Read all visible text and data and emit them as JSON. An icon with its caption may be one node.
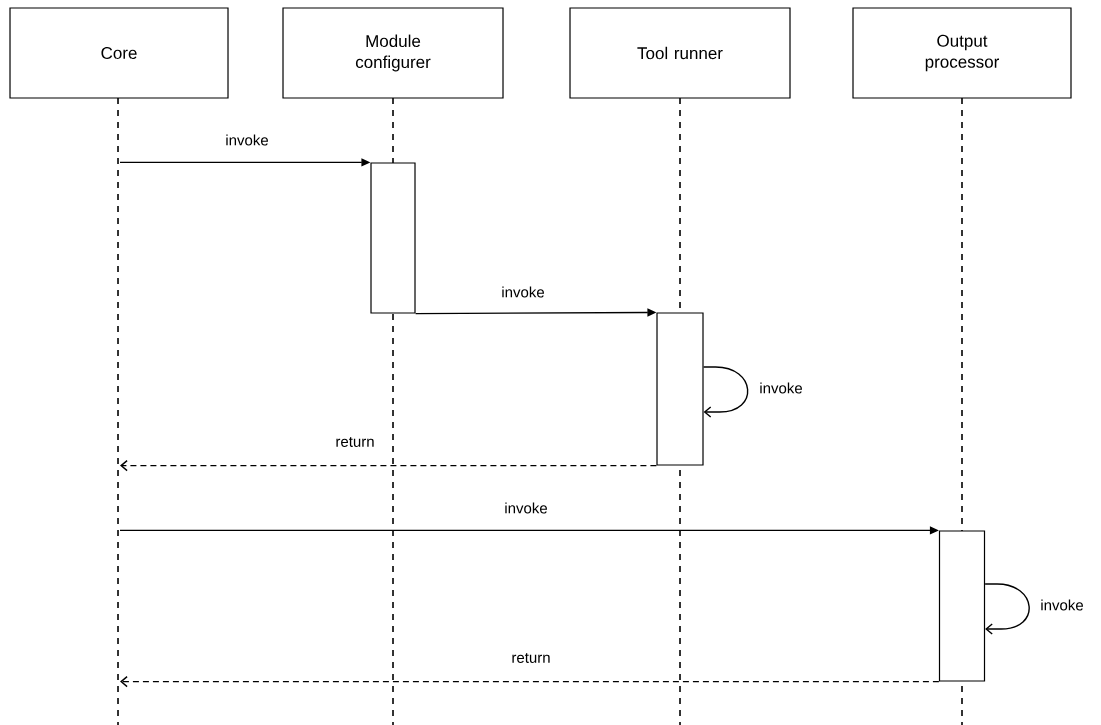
{
  "diagram": {
    "nodes": [
      {
        "text": [
          "Core"
        ]
      },
      {
        "text": [
          "Module configurer"
        ]
      },
      {
        "text": [
          "Tool runner"
        ]
      },
      {
        "text": [
          "Output processor"
        ]
      },
      {
        "text": [],
        "shape": "bar"
      },
      {
        "text": [],
        "shape": "bar"
      },
      {
        "text": [],
        "shape": "bar"
      }
    ],
    "edges": [
      {
        "from": null,
        "to": 4,
        "arrow": "to",
        "label": "invoke"
      },
      {
        "from": 4,
        "to": 5,
        "arrow": "to",
        "label": "invoke"
      },
      {
        "from": 5,
        "to": 5,
        "arrow": "to",
        "label": "invoke"
      },
      {
        "from": 5,
        "to": null,
        "arrow": "to",
        "label": "return",
        "style": "dashed"
      },
      {
        "from": null,
        "to": 6,
        "arrow": "to",
        "label": "invoke"
      },
      {
        "from": 6,
        "to": 6,
        "arrow": "to",
        "label": "invoke"
      },
      {
        "from": 6,
        "to": null,
        "arrow": "to",
        "label": "return",
        "style": "dashed"
      }
    ]
  }
}
